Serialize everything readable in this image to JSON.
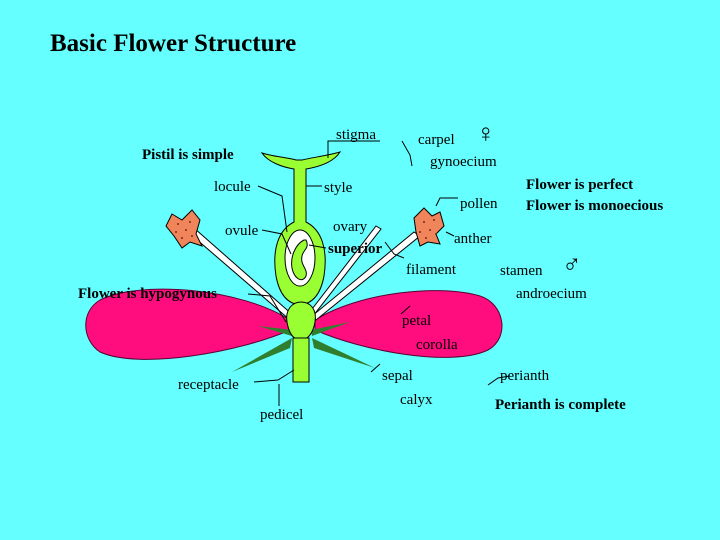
{
  "title": "Basic Flower Structure",
  "labels": {
    "stigma": "stigma",
    "carpel": "carpel",
    "gynoecium": "gynoecium",
    "pistil": "Pistil is simple",
    "locule": "locule",
    "style": "style",
    "pollen": "pollen",
    "perfect": "Flower is perfect",
    "monoecious": "Flower is monoecious",
    "ovule": "ovule",
    "ovary": "ovary",
    "superior": "superior",
    "anther": "anther",
    "filament": "filament",
    "stamen": "stamen",
    "androecium": "androecium",
    "hypogynous": "Flower is hypogynous",
    "petal": "petal",
    "corolla": "corolla",
    "receptacle": "receptacle",
    "sepal": "sepal",
    "calyx": "calyx",
    "perianth": "perianth",
    "perianth_complete": "Perianth is complete",
    "pedicel": "pedicel"
  },
  "symbols": {
    "female": "♀",
    "male": "♂"
  },
  "colors": {
    "background": "#66ffff",
    "petal": "#ff0d7f",
    "pistil": "#99ff33",
    "sepal": "#2f7f2f",
    "anther": "#f0845a",
    "filament": "#ffffff"
  }
}
